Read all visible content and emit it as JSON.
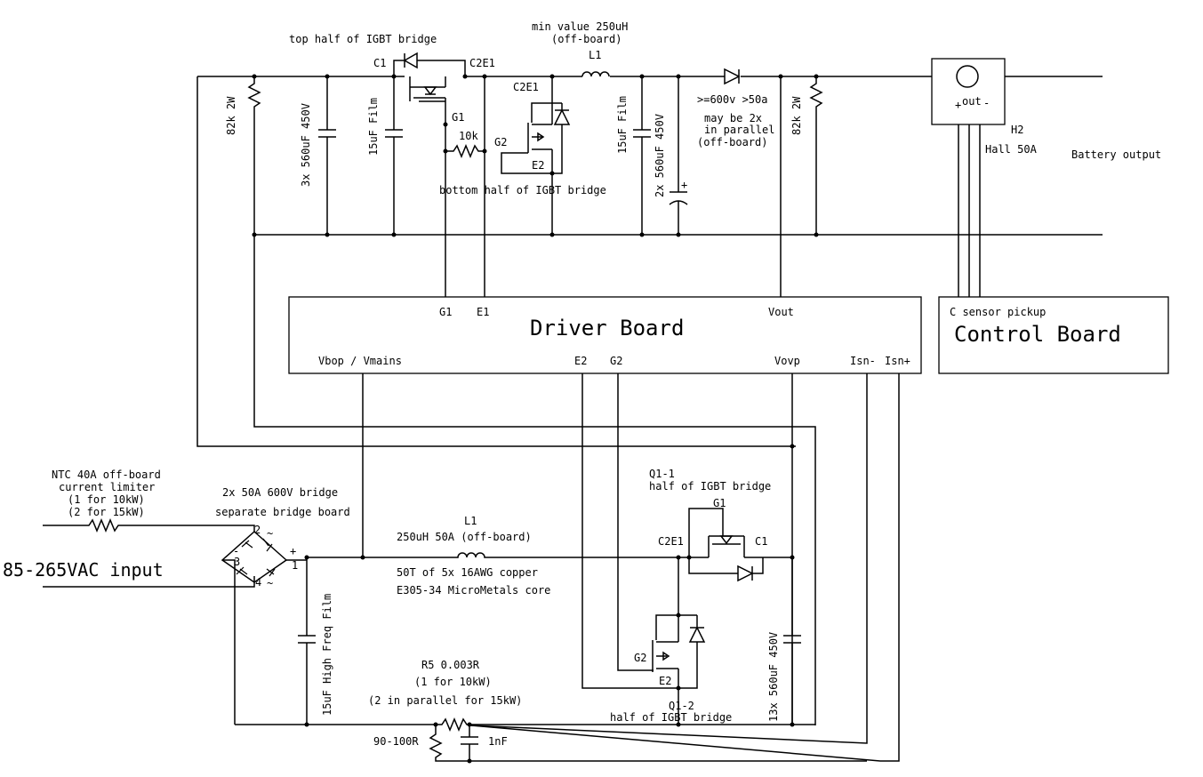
{
  "labels": {
    "top_half_igbt": "top half of IGBT bridge",
    "min_value": "min value 250uH",
    "off_board_top": "(off-board)",
    "l1_top": "L1",
    "c1_top": "C1",
    "c2e1_top": "C2E1",
    "c2e1_mid": "C2E1",
    "g1_top": "G1",
    "r_10k": "10k",
    "g2_top": "G2",
    "e2_top": "E2",
    "bottom_half_igbt": "bottom half of IGBT bridge",
    "r82k_left": "82k 2W",
    "cap_3x560": "3x 560uF 450V",
    "cap_15uf_left": "15uF Film",
    "cap_15uf_right": "15uF Film",
    "cap_2x560": "2x 560uF 450V",
    "diode_rating": ">=600v >50a",
    "may_be_2x": "may be 2x",
    "in_parallel": "in parallel",
    "off_board_diode": "(off-board)",
    "r82k_right": "82k 2W",
    "out_label": "out",
    "h2": "H2",
    "hall": "Hall 50A",
    "battery_output": "Battery output",
    "driver_title": "Driver Board",
    "driver_g1": "G1",
    "driver_e1": "E1",
    "driver_vout": "Vout",
    "driver_vbop": "Vbop / Vmains",
    "driver_e2": "E2",
    "driver_g2": "G2",
    "driver_vovp": "Vovp",
    "driver_isn_minus": "Isn-",
    "driver_isn_plus": "Isn+",
    "control_sensor": "C sensor pickup",
    "control_title": "Control Board",
    "ntc_1": "NTC 40A off-board",
    "ntc_2": "current limiter",
    "ntc_3": "(1 for 10kW)",
    "ntc_4": "(2 for 15kW)",
    "bridge_1": "2x 50A 600V bridge",
    "bridge_2": "separate bridge board",
    "input": "85-265VAC input",
    "l1_bottom": "L1",
    "l1_spec": "250uH 50A (off-board)",
    "l1_turns": "50T of 5x 16AWG copper",
    "l1_core": "E305-34 MicroMetals core",
    "q1_1": "Q1-1",
    "q1_1_desc": "half of IGBT bridge",
    "g1_bottom": "G1",
    "c2e1_bottom": "C2E1",
    "c1_bottom": "C1",
    "cap_15uf_hf": "15uF High Freq Film",
    "r5": "R5 0.003R",
    "r5_1": "(1 for 10kW)",
    "r5_2": "(2 in parallel for 15kW)",
    "g2_bottom": "G2",
    "e2_bottom": "E2",
    "q1_2": "Q1-2",
    "q1_2_desc": "half of IGBT bridge",
    "cap_13x560": "13x 560uF 450V",
    "r_90_100": "90-100R",
    "cap_1nf": "1nF",
    "pin_1": "1",
    "pin_2": "2",
    "pin_3": "3",
    "pin_4": "4",
    "pin_plus": "+",
    "pin_minus": "-",
    "tilde_top": "~",
    "tilde_bottom": "~"
  }
}
